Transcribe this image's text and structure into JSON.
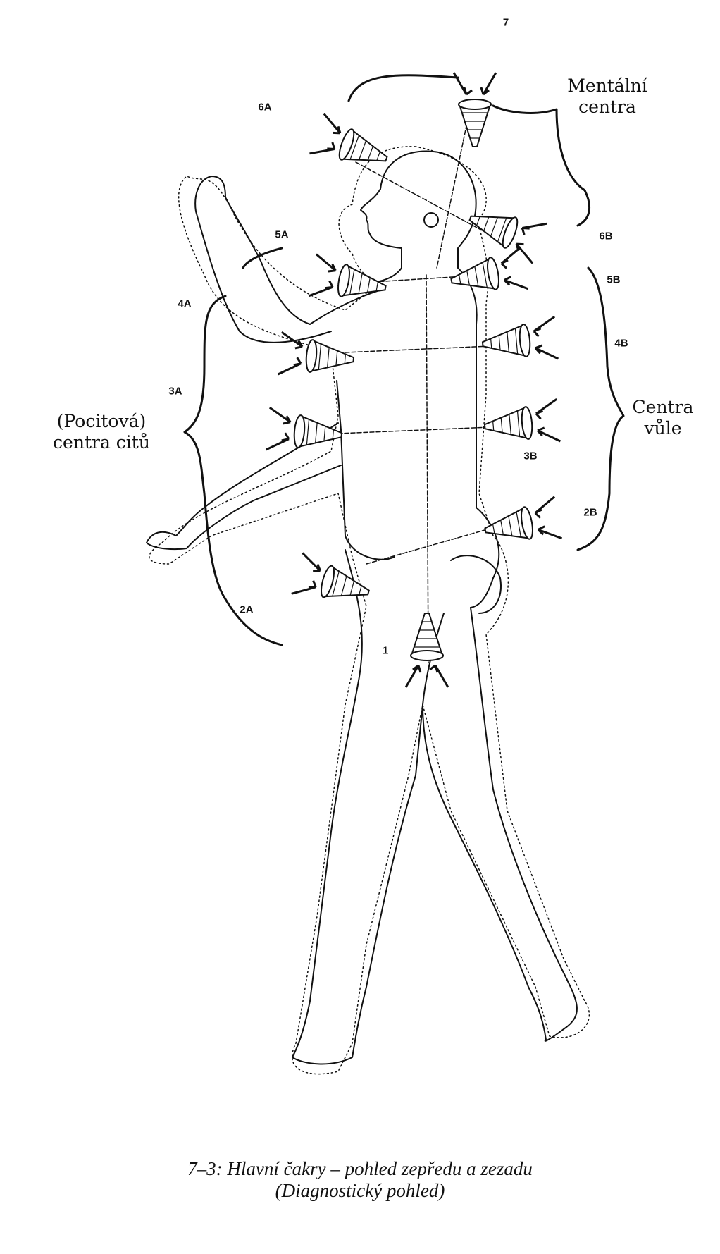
{
  "labels": {
    "c7": "7",
    "c6a": "6A",
    "c6b": "6B",
    "c5a": "5A",
    "c5b": "5B",
    "c4a": "4A",
    "c4b": "4B",
    "c3a": "3A",
    "c3b": "3B",
    "c2a": "2A",
    "c2b": "2B",
    "c1": "1"
  },
  "groups": {
    "mental": [
      "Mentální",
      "centra"
    ],
    "will": [
      "Centra",
      "vůle"
    ],
    "feeling": [
      "(Pocitová)",
      "centra citů"
    ]
  },
  "caption": {
    "line1": "7–3: Hlavní čakry – pohled zepředu a zezadu",
    "line2": "(Diagnostický pohled)"
  }
}
